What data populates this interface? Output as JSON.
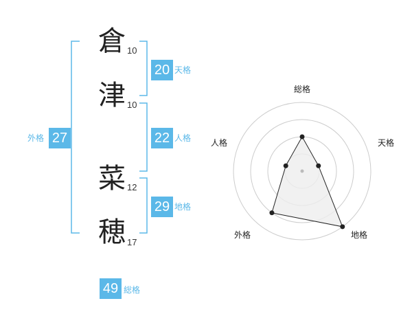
{
  "name": {
    "chars": [
      {
        "char": "倉",
        "strokes": "10"
      },
      {
        "char": "津",
        "strokes": "10"
      },
      {
        "char": "菜",
        "strokes": "12"
      },
      {
        "char": "穂",
        "strokes": "17"
      }
    ]
  },
  "kaku": {
    "tenkaku": {
      "value": "20",
      "label": "天格"
    },
    "jinkaku": {
      "value": "22",
      "label": "人格"
    },
    "chikaku": {
      "value": "29",
      "label": "地格"
    },
    "gaikaku": {
      "value": "27",
      "label": "外格"
    },
    "soukaku": {
      "value": "49",
      "label": "総格"
    }
  },
  "radar": {
    "labels": {
      "top": "総格",
      "upper_right": "天格",
      "lower_right": "地格",
      "lower_left": "外格",
      "upper_left": "人格"
    },
    "levels": 4,
    "scores": {
      "soukaku": 2,
      "tenkaku": 1,
      "chikaku": 4,
      "gaikaku": 3,
      "jinkaku": 1
    },
    "colors": {
      "fill": "#eeeeee",
      "stroke": "#222222",
      "grid": "#cccccc",
      "center": "#bbbbbb"
    }
  },
  "colors": {
    "accent": "#5bb8e8",
    "text": "#222222"
  }
}
